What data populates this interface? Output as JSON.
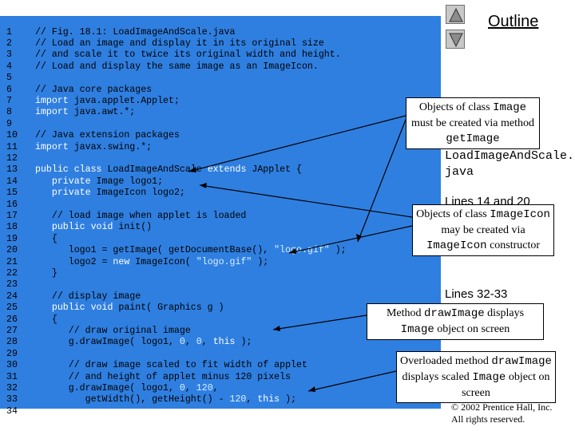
{
  "outline": {
    "title": "Outline"
  },
  "code_lines": [
    {
      "n": "1",
      "parts": [
        {
          "t": "// Fig. 18.1: LoadImageAndScale.java",
          "c": "comment"
        }
      ]
    },
    {
      "n": "2",
      "parts": [
        {
          "t": "// Load an image and display it in its original size",
          "c": "comment"
        }
      ]
    },
    {
      "n": "3",
      "parts": [
        {
          "t": "// and scale it to twice its original width and height.",
          "c": "comment"
        }
      ]
    },
    {
      "n": "4",
      "parts": [
        {
          "t": "// Load and display the same image as an ImageIcon.",
          "c": "comment"
        }
      ]
    },
    {
      "n": "5",
      "parts": []
    },
    {
      "n": "6",
      "parts": [
        {
          "t": "// Java core packages",
          "c": "comment"
        }
      ]
    },
    {
      "n": "7",
      "parts": [
        {
          "t": "import",
          "c": "kw"
        },
        {
          "t": " java.applet.Applet;",
          "c": "plain"
        }
      ]
    },
    {
      "n": "8",
      "parts": [
        {
          "t": "import",
          "c": "kw"
        },
        {
          "t": " java.awt.*;",
          "c": "plain"
        }
      ]
    },
    {
      "n": "9",
      "parts": []
    },
    {
      "n": "10",
      "parts": [
        {
          "t": "// Java extension packages",
          "c": "comment"
        }
      ]
    },
    {
      "n": "11",
      "parts": [
        {
          "t": "import",
          "c": "kw"
        },
        {
          "t": " javax.swing.*;",
          "c": "plain"
        }
      ]
    },
    {
      "n": "12",
      "parts": []
    },
    {
      "n": "13",
      "parts": [
        {
          "t": "public class",
          "c": "kw"
        },
        {
          "t": " LoadImageAndScale ",
          "c": "plain"
        },
        {
          "t": "extends",
          "c": "kw"
        },
        {
          "t": " JApplet {",
          "c": "plain"
        }
      ]
    },
    {
      "n": "14",
      "parts": [
        {
          "t": "   ",
          "c": "plain"
        },
        {
          "t": "private",
          "c": "kw"
        },
        {
          "t": " Image logo1;",
          "c": "plain"
        }
      ]
    },
    {
      "n": "15",
      "parts": [
        {
          "t": "   ",
          "c": "plain"
        },
        {
          "t": "private",
          "c": "kw"
        },
        {
          "t": " ImageIcon logo2;",
          "c": "plain"
        }
      ]
    },
    {
      "n": "16",
      "parts": []
    },
    {
      "n": "17",
      "parts": [
        {
          "t": "   // load image when applet is loaded",
          "c": "comment"
        }
      ]
    },
    {
      "n": "18",
      "parts": [
        {
          "t": "   ",
          "c": "plain"
        },
        {
          "t": "public void",
          "c": "kw"
        },
        {
          "t": " init()",
          "c": "plain"
        }
      ]
    },
    {
      "n": "19",
      "parts": [
        {
          "t": "   {",
          "c": "plain"
        }
      ]
    },
    {
      "n": "20",
      "parts": [
        {
          "t": "      logo1 = getImage( getDocumentBase(), ",
          "c": "plain"
        },
        {
          "t": "\"logo.gif\"",
          "c": "str"
        },
        {
          "t": " );",
          "c": "plain"
        }
      ]
    },
    {
      "n": "21",
      "parts": [
        {
          "t": "      logo2 = ",
          "c": "plain"
        },
        {
          "t": "new",
          "c": "kw"
        },
        {
          "t": " ImageIcon( ",
          "c": "plain"
        },
        {
          "t": "\"logo.gif\"",
          "c": "str"
        },
        {
          "t": " );",
          "c": "plain"
        }
      ]
    },
    {
      "n": "22",
      "parts": [
        {
          "t": "   }",
          "c": "plain"
        }
      ]
    },
    {
      "n": "23",
      "parts": []
    },
    {
      "n": "24",
      "parts": [
        {
          "t": "   // display image",
          "c": "comment"
        }
      ]
    },
    {
      "n": "25",
      "parts": [
        {
          "t": "   ",
          "c": "plain"
        },
        {
          "t": "public void",
          "c": "kw"
        },
        {
          "t": " paint( Graphics g )",
          "c": "plain"
        }
      ]
    },
    {
      "n": "26",
      "parts": [
        {
          "t": "   {",
          "c": "plain"
        }
      ]
    },
    {
      "n": "27",
      "parts": [
        {
          "t": "      // draw original image",
          "c": "comment"
        }
      ]
    },
    {
      "n": "28",
      "parts": [
        {
          "t": "      g.drawImage( logo1, ",
          "c": "plain"
        },
        {
          "t": "0",
          "c": "num"
        },
        {
          "t": ", ",
          "c": "plain"
        },
        {
          "t": "0",
          "c": "num"
        },
        {
          "t": ", ",
          "c": "plain"
        },
        {
          "t": "this",
          "c": "kw"
        },
        {
          "t": " );",
          "c": "plain"
        }
      ]
    },
    {
      "n": "29",
      "parts": []
    },
    {
      "n": "30",
      "parts": [
        {
          "t": "      // draw image scaled to fit width of applet",
          "c": "comment"
        }
      ]
    },
    {
      "n": "31",
      "parts": [
        {
          "t": "      // and height of applet minus 120 pixels",
          "c": "comment"
        }
      ]
    },
    {
      "n": "32",
      "parts": [
        {
          "t": "      g.drawImage( logo1, ",
          "c": "plain"
        },
        {
          "t": "0",
          "c": "num"
        },
        {
          "t": ", ",
          "c": "plain"
        },
        {
          "t": "120",
          "c": "num"
        },
        {
          "t": ",",
          "c": "plain"
        }
      ]
    },
    {
      "n": "33",
      "parts": [
        {
          "t": "         getWidth(), getHeight() - ",
          "c": "plain"
        },
        {
          "t": "120",
          "c": "num"
        },
        {
          "t": ", ",
          "c": "plain"
        },
        {
          "t": "this",
          "c": "kw"
        },
        {
          "t": " );",
          "c": "plain"
        }
      ]
    },
    {
      "n": "34",
      "parts": []
    }
  ],
  "filename": "LoadImageAndScale.java",
  "callouts": {
    "c1": {
      "pre": "Objects of class ",
      "mono1": "Image",
      "mid": " must be created via method ",
      "mono2": "getImage"
    },
    "c2": {
      "pre": "Objects of class ",
      "mono1": "ImageIcon",
      "mid": " may be created via ",
      "mono2": "ImageIcon",
      "post": " constructor"
    },
    "c3": {
      "pre": "Method ",
      "mono1": "drawImage",
      "mid": " displays ",
      "mono2": "Image",
      "post": " object on screen"
    },
    "c4": {
      "pre": "Overloaded method ",
      "mono1": "drawImage",
      "mid": " displays scaled ",
      "mono2": "Image",
      "post": " object on screen"
    }
  },
  "side_labels": {
    "lines_14_20": "Lines 14 and 20",
    "lines_32_33": "Lines 32-33"
  },
  "copyright": {
    "line1": "© 2002 Prentice Hall, Inc.",
    "line2": "All rights reserved."
  }
}
